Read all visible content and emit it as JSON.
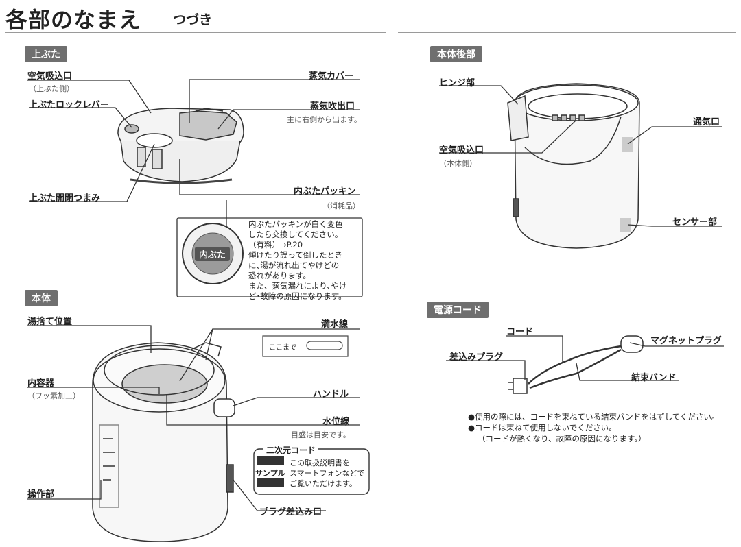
{
  "header": {
    "title": "各部のなまえ",
    "subtitle": "つづき"
  },
  "lid": {
    "tag": "上ぶた",
    "air_intake": "空気吸込口",
    "air_intake_note": "（上ぶた側）",
    "lock_lever": "上ぶたロックレバー",
    "steam_cover": "蒸気カバー",
    "steam_outlet": "蒸気吹出口",
    "steam_outlet_note": "主に右側から出ます。",
    "open_knob": "上ぶた開閉つまみ",
    "packing": "内ぶたパッキン",
    "packing_note": "（消耗品）",
    "inner_lid_label": "内ぶた",
    "callout_lines": [
      "内ぶたパッキンが白く変色",
      "したら交換してください。",
      "（有料）→P.20",
      "傾けたり誤って倒したとき",
      "に､湯が流れ出てやけどの",
      "恐れがあります。",
      "また、蒸気漏れにより､やけ",
      "ど･故障の原因になります。"
    ]
  },
  "body": {
    "tag": "本体",
    "drain": "湯捨て位置",
    "full_line": "満水線",
    "full_mark": "ここまで",
    "inner_pot": "内容器",
    "inner_pot_note": "（フッ素加工）",
    "handle": "ハンドル",
    "water_level": "水位線",
    "water_level_note": "目盛は目安です。",
    "qr_title": "二次元コード",
    "qr_sample": "サンプル",
    "qr_lines": [
      "この取扱説明書を",
      "スマートフォンなどで",
      "ご覧いただけます。"
    ],
    "control": "操作部",
    "plug_inlet": "プラグ差込み口"
  },
  "rear": {
    "tag": "本体後部",
    "hinge": "ヒンジ部",
    "air_intake": "空気吸込口",
    "air_intake_note": "（本体側）",
    "vent": "通気口",
    "sensor": "センサー部"
  },
  "cord": {
    "tag": "電源コード",
    "cord": "コード",
    "magnet_plug": "マグネットプラグ",
    "plug": "差込みプラグ",
    "band": "結束バンド",
    "notes": [
      "●使用の際には、コードを束ねている結束バンドをはずしてください。",
      "●コードは束ねて使用しないでください。",
      "（コードが熱くなり、故障の原因になります。）"
    ]
  }
}
